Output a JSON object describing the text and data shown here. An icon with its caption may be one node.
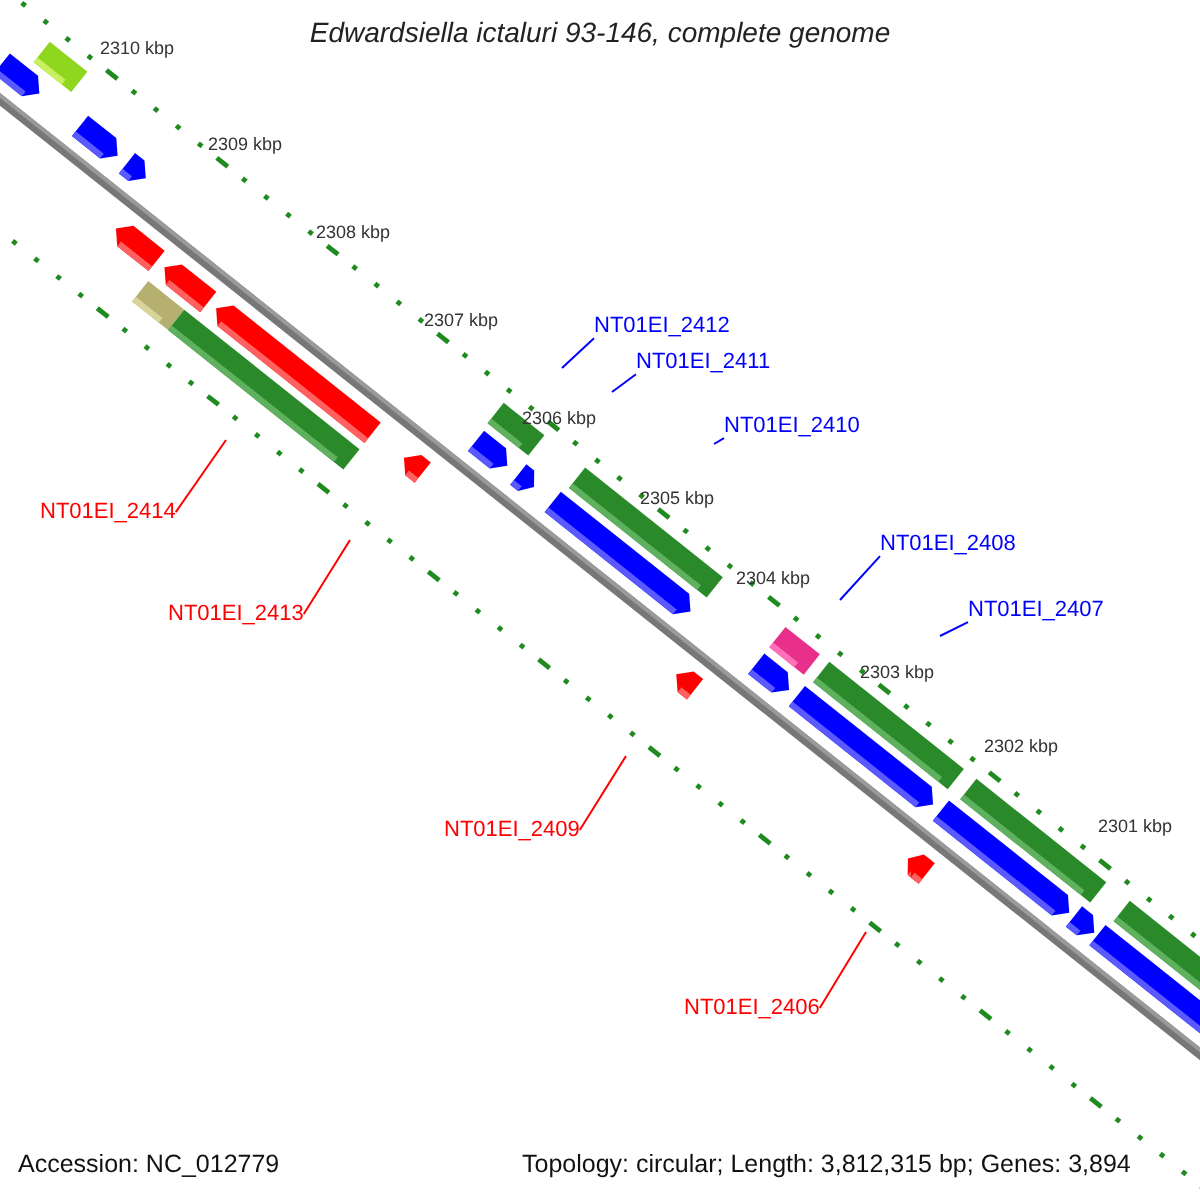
{
  "diagram": {
    "title": "Edwardsiella ictaluri 93-146, complete genome",
    "nodes": [
      {
        "text": [
          "NT01EI_2412"
        ]
      },
      {
        "text": [
          "NT01EI_2411"
        ]
      },
      {
        "text": [
          "NT01EI_2410"
        ]
      },
      {
        "text": [
          "NT01EI_2414"
        ]
      },
      {
        "text": [
          "NT01EI_2408"
        ]
      },
      {
        "text": [
          "NT01EI_2407"
        ]
      },
      {
        "text": [
          "NT01EI_2413"
        ]
      },
      {
        "text": [
          "NT01EI_2409"
        ]
      },
      {
        "text": [
          "NT01EI_2406"
        ]
      }
    ],
    "edges": [
      {
        "from": 0,
        "to": null,
        "arrow": "none"
      },
      {
        "from": 1,
        "to": null,
        "arrow": "none"
      },
      {
        "from": 2,
        "to": null,
        "arrow": "none"
      },
      {
        "from": 3,
        "to": null,
        "arrow": "none",
        "color": "#ff0000"
      },
      {
        "from": 4,
        "to": null,
        "arrow": "none"
      },
      {
        "from": 5,
        "to": null,
        "arrow": "none"
      },
      {
        "from": 6,
        "to": null,
        "arrow": "none",
        "color": "#ff0000"
      },
      {
        "from": 7,
        "to": null,
        "arrow": "none",
        "color": "#ff0000"
      },
      {
        "from": 8,
        "to": null,
        "arrow": "none",
        "color": "#ff0000"
      }
    ],
    "labels": [
      "2310 kbp",
      "2309 kbp",
      "2308 kbp",
      "2307 kbp",
      "2306 kbp",
      "2305 kbp",
      "2304 kbp",
      "2303 kbp",
      "2302 kbp",
      "2301 kbp",
      "Accession: NC_012779",
      "Topology: circular; Length: 3,812,315 bp; Genes: 3,894"
    ]
  }
}
